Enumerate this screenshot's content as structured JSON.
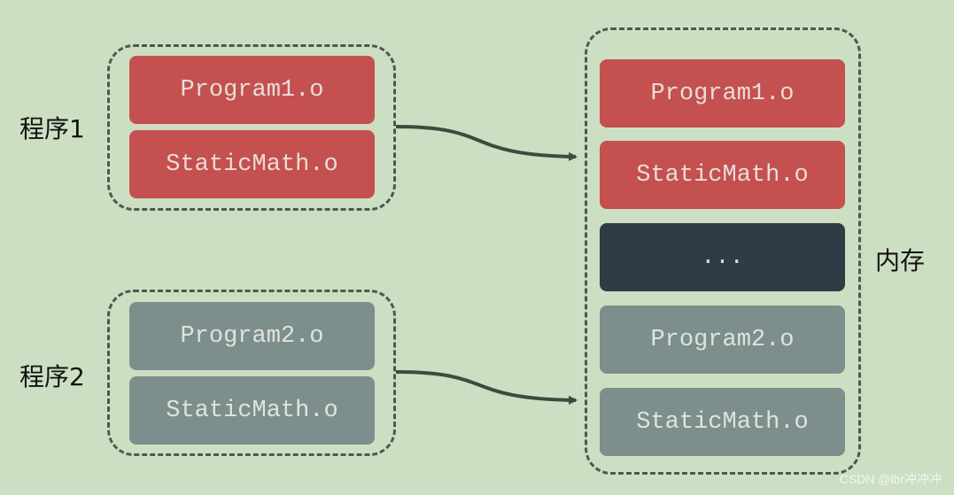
{
  "program1": {
    "label": "程序1",
    "blocks": [
      "Program1.o",
      "StaticMath.o"
    ]
  },
  "program2": {
    "label": "程序2",
    "blocks": [
      "Program2.o",
      "StaticMath.o"
    ]
  },
  "memory": {
    "label": "内存",
    "blocks": [
      "Program1.o",
      "StaticMath.o",
      "...",
      "Program2.o",
      "StaticMath.o"
    ]
  },
  "watermark": "CSDN @lbr冲冲冲",
  "colors": {
    "background": "#cddfc2",
    "program1_block": "#c45050",
    "program2_block": "#7c8f8c",
    "ellipsis_block": "#2f3b45",
    "border": "#4c5a4c"
  }
}
